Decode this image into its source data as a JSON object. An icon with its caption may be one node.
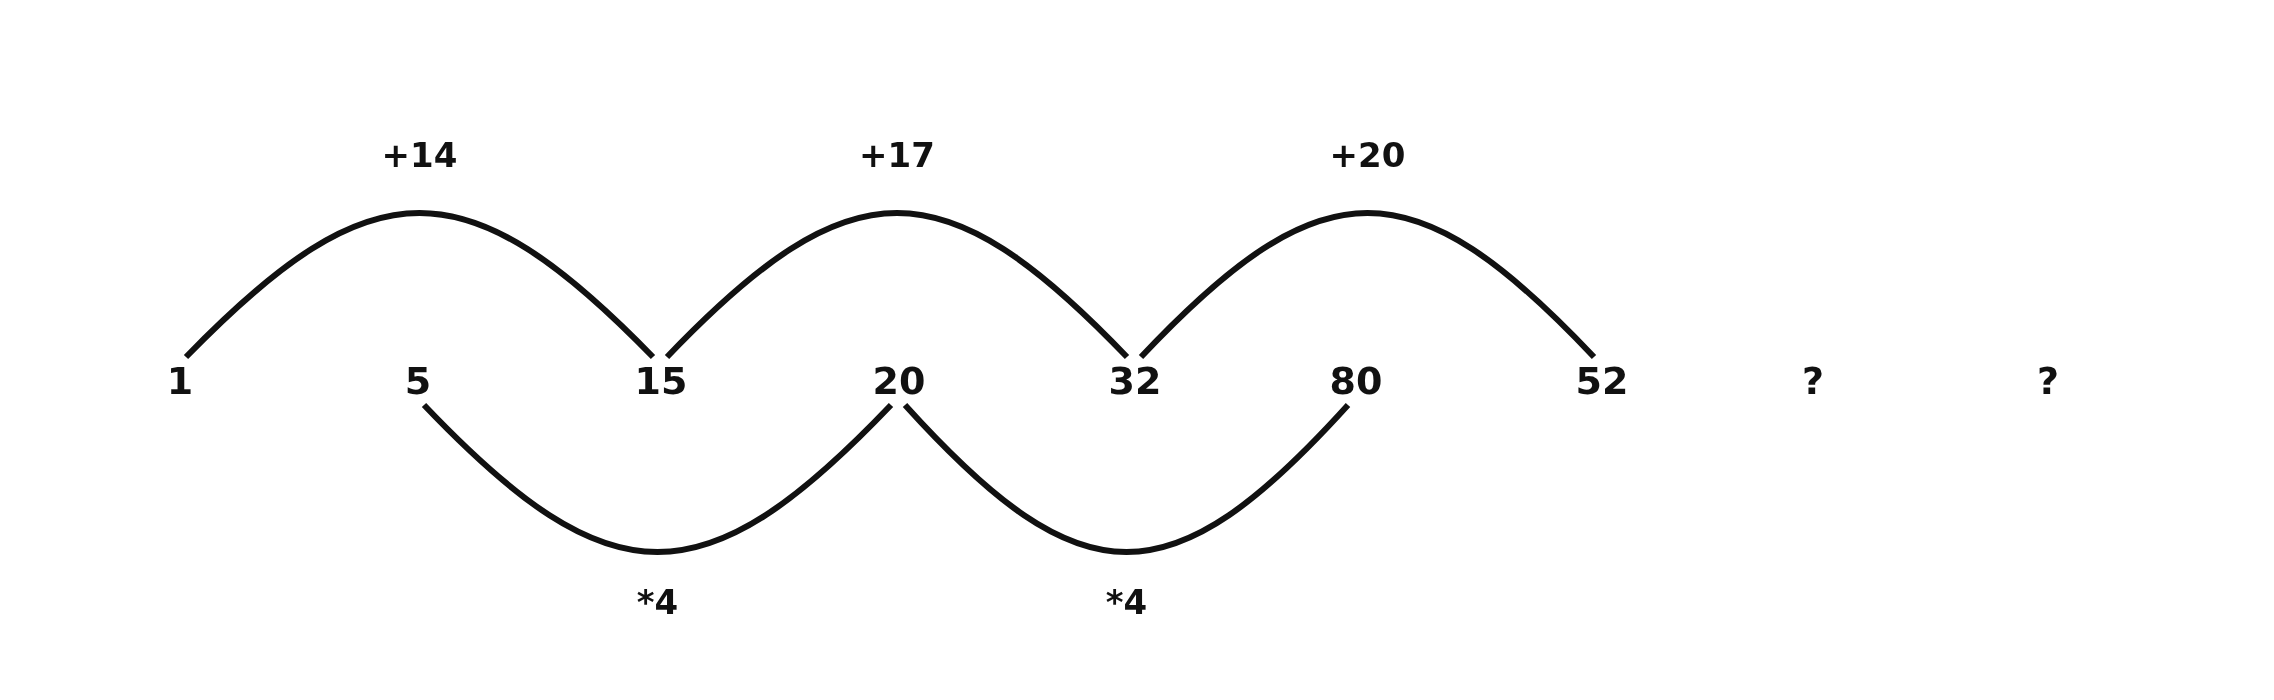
{
  "diagram": {
    "nodes": [
      {
        "text": [
          "1"
        ]
      },
      {
        "text": [
          "5"
        ]
      },
      {
        "text": [
          "15"
        ]
      },
      {
        "text": [
          "20"
        ]
      },
      {
        "text": [
          "32"
        ]
      },
      {
        "text": [
          "80"
        ]
      },
      {
        "text": [
          "52"
        ]
      },
      {
        "text": [
          "?"
        ]
      },
      {
        "text": [
          "?"
        ]
      }
    ],
    "edges": [
      {
        "from": 0,
        "to": 2,
        "arrow": "none",
        "label": "+14"
      },
      {
        "from": 2,
        "to": 4,
        "arrow": "none",
        "label": "+17"
      },
      {
        "from": 4,
        "to": 6,
        "arrow": "none",
        "label": "+20"
      },
      {
        "from": 1,
        "to": 3,
        "arrow": "none",
        "label": "*4"
      },
      {
        "from": 3,
        "to": 5,
        "arrow": "none",
        "label": "*4"
      }
    ]
  }
}
